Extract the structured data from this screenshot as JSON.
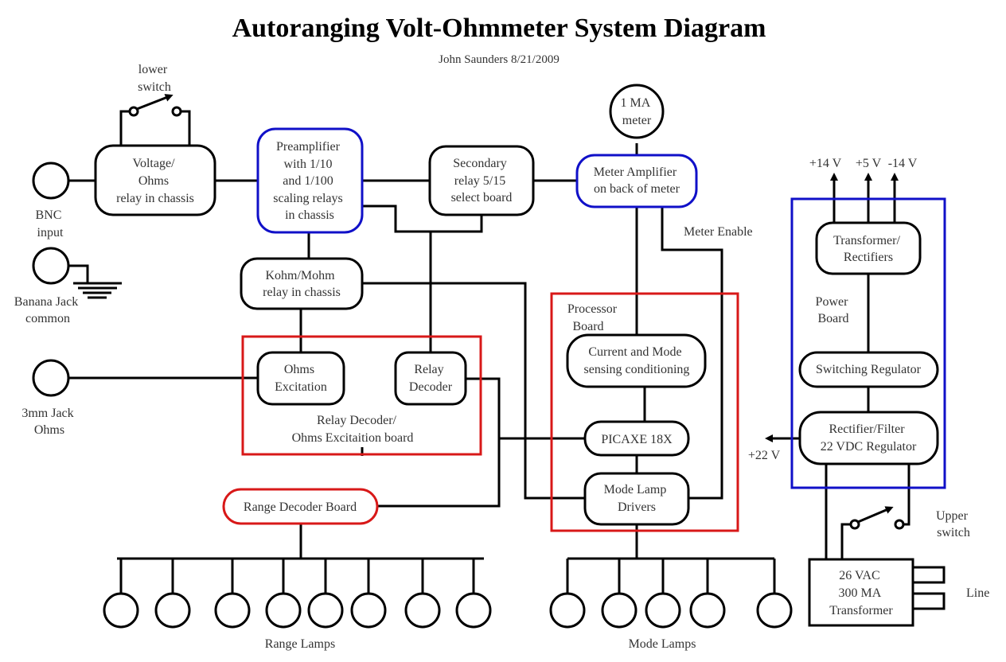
{
  "header": {
    "title": "Autoranging Volt-Ohmmeter System Diagram",
    "author_date": "John Saunders 8/21/2009"
  },
  "colors": {
    "wire": "#000000",
    "blue_outline": "#1010c8",
    "red_outline": "#d81818",
    "text": "#333333"
  },
  "inputs": {
    "bnc": [
      "BNC",
      "input"
    ],
    "banana": [
      "Banana Jack",
      "common"
    ],
    "jack3mm": [
      "3mm Jack",
      "Ohms"
    ],
    "ground_icon": "ground-symbol"
  },
  "switches": {
    "lower": [
      "lower",
      "switch"
    ],
    "upper": [
      "Upper",
      "switch"
    ]
  },
  "blocks": {
    "voltage_ohms": [
      "Voltage/",
      "Ohms",
      "relay in chassis"
    ],
    "preamp": [
      "Preamplifier",
      "with 1/10",
      "and 1/100",
      "scaling relays",
      "in chassis"
    ],
    "secondary": [
      "Secondary",
      "relay 5/15",
      "select board"
    ],
    "meter": [
      "1 MA",
      "meter"
    ],
    "meter_amp": [
      "Meter Amplifier",
      "on back of meter"
    ],
    "kohm": [
      "Kohm/Mohm",
      "relay in chassis"
    ],
    "ohms_exc": [
      "Ohms",
      "Excitation"
    ],
    "relay_dec": [
      "Relay",
      "Decoder"
    ],
    "range_dec": [
      "Range Decoder Board"
    ],
    "current_mode": [
      "Current and Mode",
      "sensing conditioning"
    ],
    "picaxe": [
      "PICAXE 18X"
    ],
    "mode_lamp": [
      "Mode Lamp",
      "Drivers"
    ],
    "transformer_rect": [
      "Transformer/",
      "Rectifiers"
    ],
    "switching_reg": [
      "Switching Regulator"
    ],
    "rectifier_filter": [
      "Rectifier/Filter",
      "22 VDC Regulator"
    ],
    "transformer_26": [
      "26 VAC",
      "300 MA",
      "Transformer"
    ]
  },
  "boards": {
    "relay_decoder_board": [
      "Relay Decoder/",
      "Ohms Excitaition board"
    ],
    "processor_board": [
      "Processor",
      "Board"
    ],
    "power_board": [
      "Power",
      "Board"
    ]
  },
  "signals": {
    "meter_enable": "Meter Enable",
    "plus14": "+14 V",
    "plus5": "+5 V",
    "minus14": "-14 V",
    "plus22": "+22 V",
    "line": "Line"
  },
  "lamps": {
    "range_label": "Range Lamps",
    "range_count": 8,
    "mode_label": "Mode Lamps",
    "mode_count": 5
  }
}
